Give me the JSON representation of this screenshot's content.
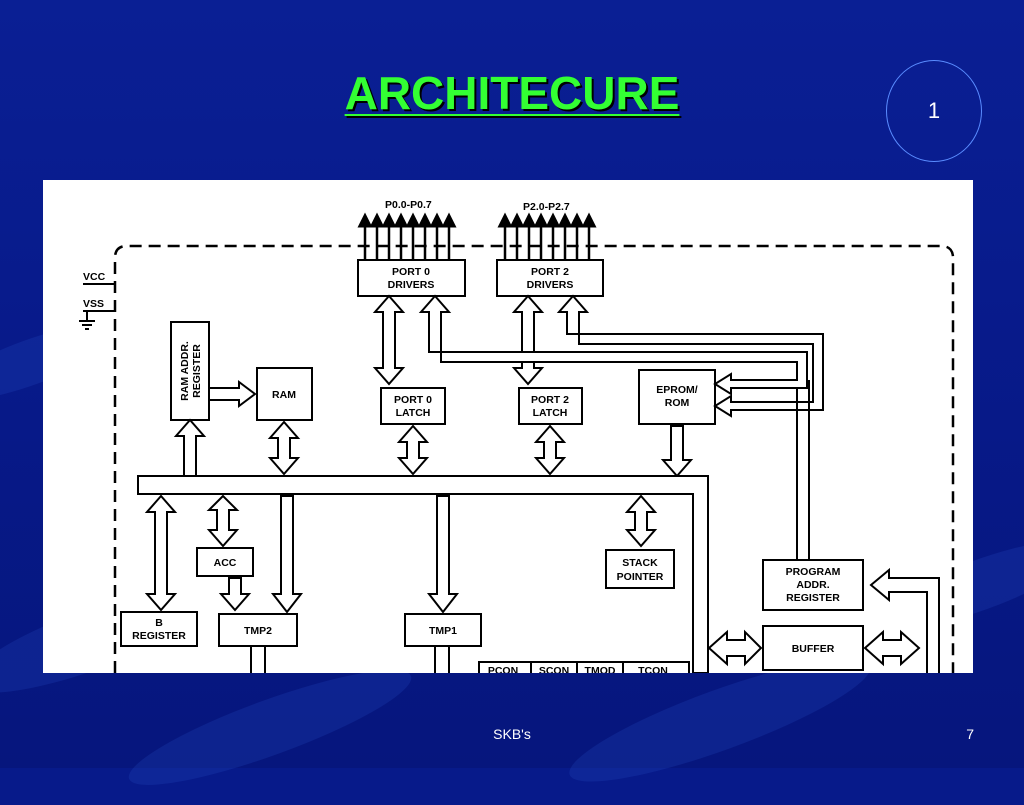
{
  "slide": {
    "title": "ARCHITECURE",
    "badge_number": "1",
    "footer_left": "SKB's",
    "footer_page": "7"
  },
  "colors": {
    "background": "#071a8a",
    "title": "#33ff33",
    "badge_border": "#5a8cff",
    "footer_text": "#ffffff"
  },
  "diagram": {
    "port0_pins": "P0.0-P0.7",
    "port2_pins": "P2.0-P2.7",
    "vcc": "VCC",
    "vss": "VSS",
    "port0_drivers_l1": "PORT 0",
    "port0_drivers_l2": "DRIVERS",
    "port2_drivers_l1": "PORT 2",
    "port2_drivers_l2": "DRIVERS",
    "ram_addr_l1": "RAM ADDR.",
    "ram_addr_l2": "REGISTER",
    "ram": "RAM",
    "port0_latch_l1": "PORT 0",
    "port0_latch_l2": "LATCH",
    "port2_latch_l1": "PORT 2",
    "port2_latch_l2": "LATCH",
    "eprom_l1": "EPROM/",
    "eprom_l2": "ROM",
    "acc": "ACC",
    "stack_l1": "STACK",
    "stack_l2": "POINTER",
    "pc_reg_l1": "PROGRAM",
    "pc_reg_l2": "ADDR.",
    "pc_reg_l3": "REGISTER",
    "b_reg_l1": "B",
    "b_reg_l2": "REGISTER",
    "tmp2": "TMP2",
    "tmp1": "TMP1",
    "buffer": "BUFFER",
    "sfr_labels": [
      "PCON",
      "SCON",
      "TMOD",
      "TCON"
    ]
  }
}
